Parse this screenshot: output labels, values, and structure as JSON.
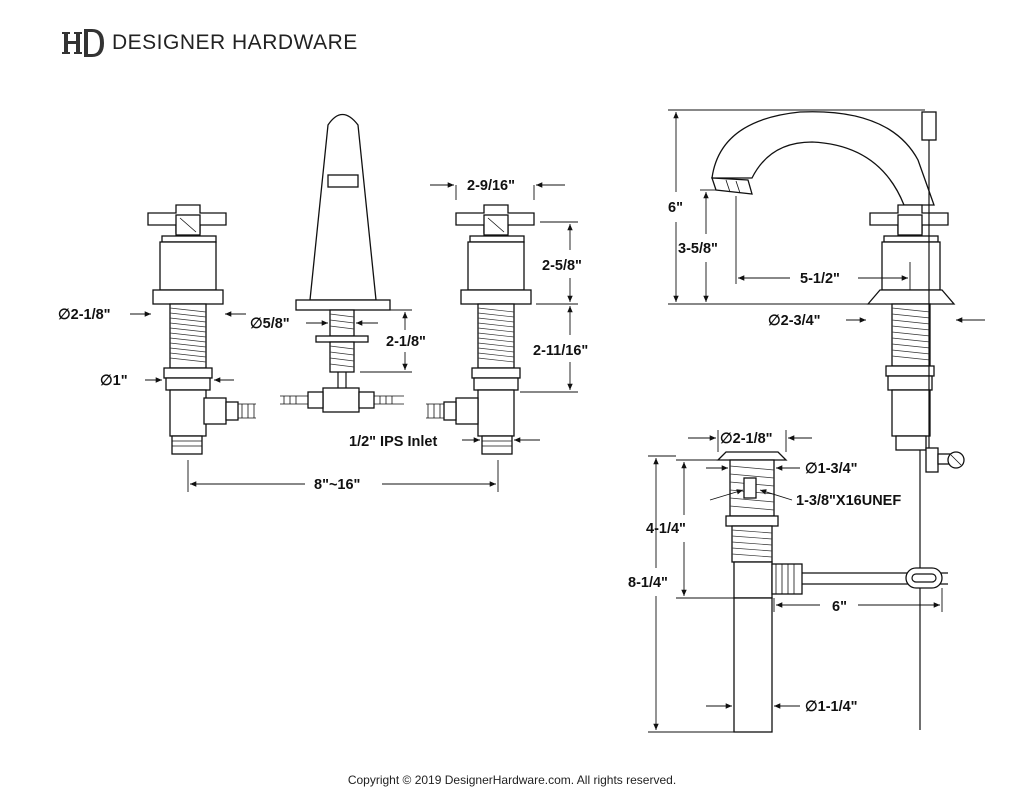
{
  "header": {
    "logo_icon": "hd-monogram-icon",
    "brand_name": "DESIGNER HARDWARE"
  },
  "dimensions": {
    "handle_top_width": "2-9/16\"",
    "handle_height": "2-5/8\"",
    "handle_shank_length": "2-11/16\"",
    "flange_diameter": "∅2-1/8\"",
    "shank_diameter": "∅1\"",
    "spout_shank_diameter": "∅5/8\"",
    "spout_shank_length": "2-1/8\"",
    "inlet": "1/2\" IPS Inlet",
    "spread": "8\"~16\"",
    "overall_height": "6\"",
    "spout_clearance": "3-5/8\"",
    "spout_reach": "5-1/2\"",
    "spout_base_diameter": "∅2-3/4\"",
    "drain_flange_diameter": "∅2-1/8\"",
    "drain_body_diameter": "∅1-3/4\"",
    "drain_thread": "1-3/8\"X16UNEF",
    "drain_body_height": "4-1/4\"",
    "drain_overall_height": "8-1/4\"",
    "pivot_rod_length": "6\"",
    "tailpiece_diameter": "∅1-1/4\""
  },
  "footer": {
    "copyright": "Copyright © 2019 DesignerHardware.com. All rights reserved."
  }
}
